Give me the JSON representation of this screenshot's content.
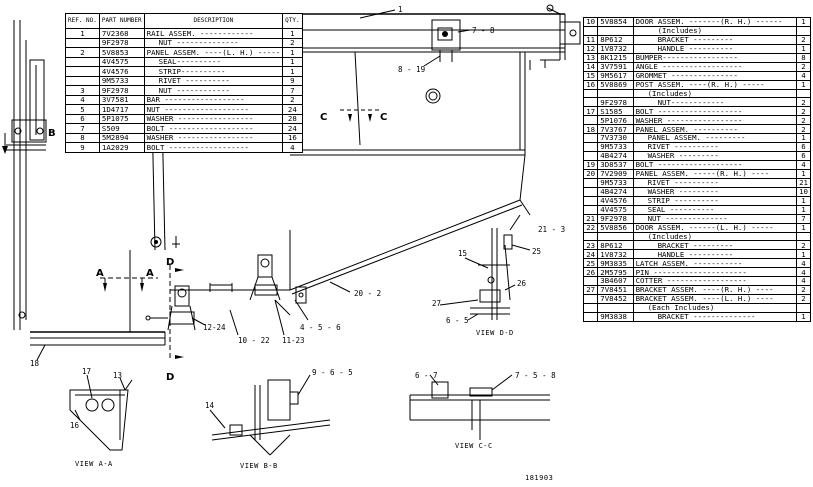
{
  "headers": {
    "ref": "REF. NO.",
    "part": "PART NUMBER",
    "desc": "DESCRIPTION",
    "qty": "QTY."
  },
  "table_left": [
    {
      "ref": "1",
      "part": "7V2368",
      "desc": "RAIL ASSEM. ------------",
      "qty": "1",
      "indent": 0
    },
    {
      "ref": "",
      "part": "9F2978",
      "desc": "NUT --------------",
      "qty": "2",
      "indent": 1
    },
    {
      "ref": "2",
      "part": "5V8853",
      "desc": "PANEL ASSEM. ----(L. H.) -----",
      "qty": "1",
      "indent": 0
    },
    {
      "ref": "",
      "part": "4V4575",
      "desc": "SEAL----------",
      "qty": "1",
      "indent": 1
    },
    {
      "ref": "",
      "part": "4V4576",
      "desc": "STRIP----------",
      "qty": "1",
      "indent": 1
    },
    {
      "ref": "",
      "part": "9M5733",
      "desc": "RIVET ----------",
      "qty": "9",
      "indent": 1
    },
    {
      "ref": "3",
      "part": "9F2978",
      "desc": "NUT ------------",
      "qty": "7",
      "indent": 1
    },
    {
      "ref": "4",
      "part": "3V7581",
      "desc": "BAR ------------------",
      "qty": "2",
      "indent": 0
    },
    {
      "ref": "5",
      "part": "1D4717",
      "desc": "NUT -------------------",
      "qty": "24",
      "indent": 0
    },
    {
      "ref": "6",
      "part": "5P1075",
      "desc": "WASHER -----------------",
      "qty": "28",
      "indent": 0
    },
    {
      "ref": "7",
      "part": "S509",
      "desc": "BOLT -------------------",
      "qty": "24",
      "indent": 0
    },
    {
      "ref": "8",
      "part": "5M2894",
      "desc": "WASHER -----------------",
      "qty": "16",
      "indent": 0
    },
    {
      "ref": "9",
      "part": "1A2029",
      "desc": "BOLT ------------------",
      "qty": "4",
      "indent": 0
    }
  ],
  "table_right": [
    {
      "ref": "10",
      "part": "5V8854",
      "desc": "DOOR ASSEM. -------(R. H.) ------",
      "qty": "1",
      "indent": 0
    },
    {
      "ref": "",
      "part": "",
      "desc": "(Includes)",
      "qty": "",
      "indent": 2
    },
    {
      "ref": "11",
      "part": "8P612",
      "desc": "BRACKET ---------",
      "qty": "2",
      "indent": 2
    },
    {
      "ref": "12",
      "part": "1V8732",
      "desc": "HANDLE ----------",
      "qty": "1",
      "indent": 2
    },
    {
      "ref": "13",
      "part": "8K1215",
      "desc": "BUMPER-----------------",
      "qty": "8",
      "indent": 0
    },
    {
      "ref": "14",
      "part": "3V7591",
      "desc": "ANGLE ------------------",
      "qty": "2",
      "indent": 0
    },
    {
      "ref": "15",
      "part": "9M5617",
      "desc": "GROMMET ---------------",
      "qty": "4",
      "indent": 0
    },
    {
      "ref": "16",
      "part": "5V8869",
      "desc": "POST ASSEM. ----(R. H.) -----",
      "qty": "1",
      "indent": 0
    },
    {
      "ref": "",
      "part": "",
      "desc": "(Includes)",
      "qty": "",
      "indent": 1
    },
    {
      "ref": "",
      "part": "9F2978",
      "desc": "NUT------------",
      "qty": "2",
      "indent": 2
    },
    {
      "ref": "17",
      "part": "S1585",
      "desc": "BOLT -------------------",
      "qty": "2",
      "indent": 0
    },
    {
      "ref": "",
      "part": "5P1076",
      "desc": "WASHER -----------------",
      "qty": "2",
      "indent": 0
    },
    {
      "ref": "18",
      "part": "7V3767",
      "desc": "PANEL ASSEM. ----------",
      "qty": "2",
      "indent": 0
    },
    {
      "ref": "",
      "part": "7V3730",
      "desc": "PANEL ASSEM. ---------",
      "qty": "1",
      "indent": 1
    },
    {
      "ref": "",
      "part": "9M5733",
      "desc": "RIVET ----------",
      "qty": "6",
      "indent": 1
    },
    {
      "ref": "",
      "part": "4B4274",
      "desc": "WASHER ---------",
      "qty": "6",
      "indent": 1
    },
    {
      "ref": "19",
      "part": "3D8537",
      "desc": "BOLT -------------------",
      "qty": "4",
      "indent": 0
    },
    {
      "ref": "20",
      "part": "7V2909",
      "desc": "PANEL ASSEM. -----(R. H.) ----",
      "qty": "1",
      "indent": 0
    },
    {
      "ref": "",
      "part": "9M5733",
      "desc": "RIVET ----------",
      "qty": "21",
      "indent": 1
    },
    {
      "ref": "",
      "part": "4B4274",
      "desc": "WASHER ---------",
      "qty": "10",
      "indent": 1
    },
    {
      "ref": "",
      "part": "4V4576",
      "desc": "STRIP ----------",
      "qty": "1",
      "indent": 1
    },
    {
      "ref": "",
      "part": "4V4575",
      "desc": "SEAL ----------",
      "qty": "1",
      "indent": 1
    },
    {
      "ref": "21",
      "part": "9F2978",
      "desc": "NUT --------------",
      "qty": "7",
      "indent": 1
    },
    {
      "ref": "22",
      "part": "5V8856",
      "desc": "DOOR ASSEM. ------(L. H.) -----",
      "qty": "1",
      "indent": 0
    },
    {
      "ref": "",
      "part": "",
      "desc": "(Includes)",
      "qty": "",
      "indent": 1
    },
    {
      "ref": "23",
      "part": "8P612",
      "desc": "BRACKET ---------",
      "qty": "2",
      "indent": 2
    },
    {
      "ref": "24",
      "part": "1V8732",
      "desc": "HANDLE ----------",
      "qty": "1",
      "indent": 2
    },
    {
      "ref": "25",
      "part": "9M3835",
      "desc": "LATCH ASSEM. -----------",
      "qty": "4",
      "indent": 0
    },
    {
      "ref": "26",
      "part": "2M5795",
      "desc": "PIN ---------------------",
      "qty": "4",
      "indent": 0
    },
    {
      "ref": "",
      "part": "3B4607",
      "desc": "COTTER ------------------",
      "qty": "4",
      "indent": 0
    },
    {
      "ref": "27",
      "part": "7V8451",
      "desc": "BRACKET ASSEM. ----(R. H.) ----",
      "qty": "2",
      "indent": 0
    },
    {
      "ref": "",
      "part": "7V8452",
      "desc": "BRACKET ASSEM. ----(L. H.) ----",
      "qty": "2",
      "indent": 0
    },
    {
      "ref": "",
      "part": "",
      "desc": "(Each Includes)",
      "qty": "",
      "indent": 1
    },
    {
      "ref": "",
      "part": "9M3838",
      "desc": "BRACKET --------------",
      "qty": "1",
      "indent": 2
    }
  ],
  "views": {
    "aa": "VIEW A-A",
    "bb": "VIEW B-B",
    "cc": "VIEW C-C",
    "dd": "VIEW D-D"
  },
  "section_letters": {
    "a": "A",
    "b": "B",
    "c": "C",
    "d": "D"
  },
  "callouts": {
    "c1": "1",
    "c7_8": "7 - 8",
    "c8_19": "8 - 19",
    "c21_3": "21 - 3",
    "c25": "25",
    "c15": "15",
    "c26": "26",
    "c27": "27",
    "c6_5": "6 - 5",
    "c20_2": "20 - 2",
    "c4_5_6": "4 - 5 - 6",
    "c11_23": "11-23",
    "c10_22": "10 - 22",
    "c12_24": "12-24",
    "c18": "18",
    "c13": "13",
    "c16": "16",
    "c17": "17",
    "c14": "14",
    "c9_6_5": "9 - 6 - 5",
    "c6_7": "6 - 7",
    "c7_5_8": "7 - 5 - 8"
  },
  "figure_number": "181903"
}
